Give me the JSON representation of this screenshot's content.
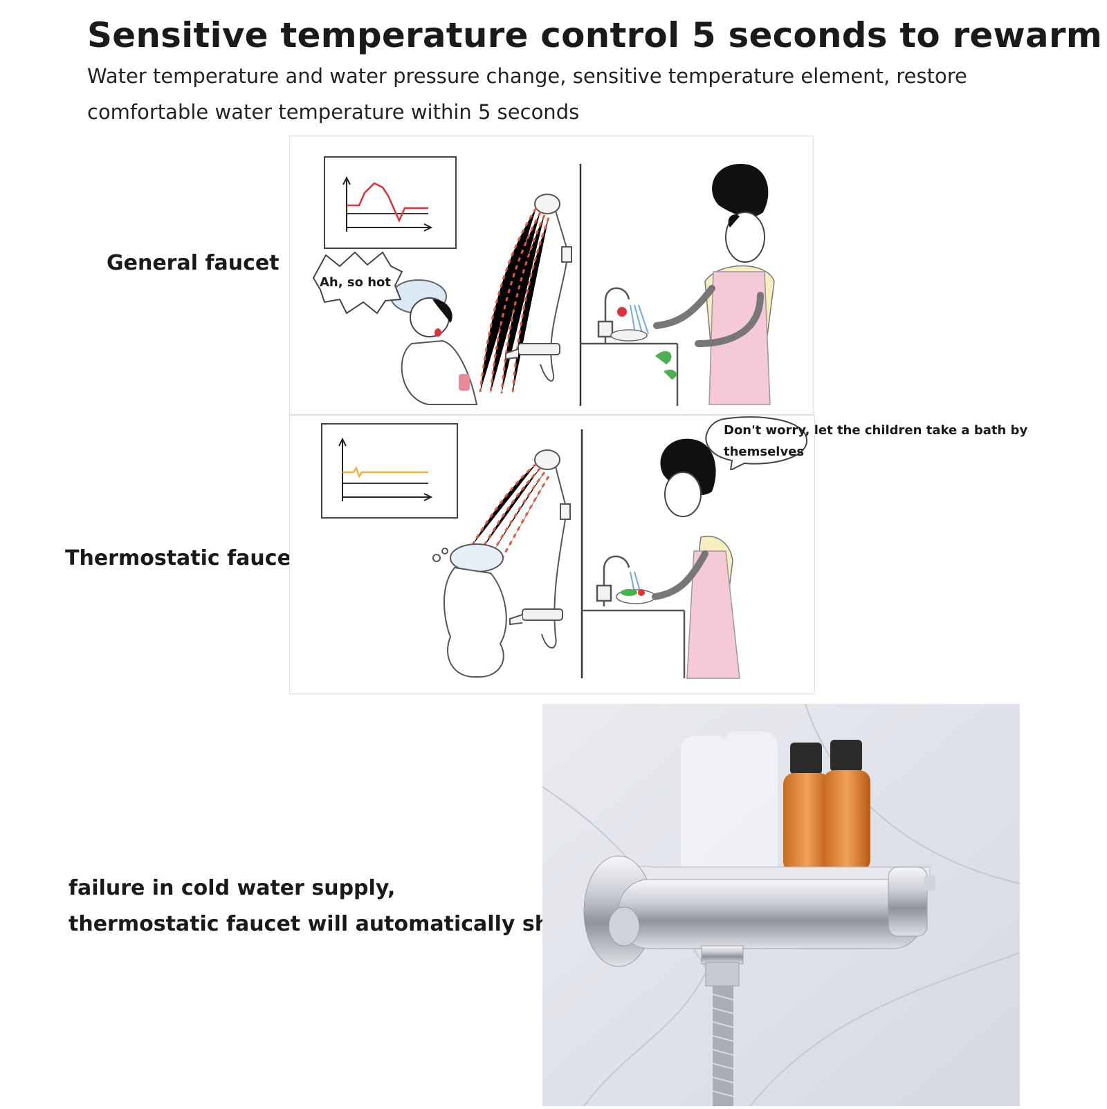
{
  "headline": "Sensitive temperature control 5 seconds to rewarm",
  "subtitle_line1": "Water temperature and water pressure change, sensitive temperature element, restore",
  "subtitle_line2": "comfortable water temperature within 5 seconds",
  "general_faucet": {
    "label": "General faucet",
    "speech_bubble": "Ah, so hot"
  },
  "thermostatic_faucet": {
    "label": "Thermostatic faucet",
    "speech_bubble_line1": "Don't worry, let the children take a bath by",
    "speech_bubble_line2": "themselves"
  },
  "failure_note": {
    "line1": "failure in cold water supply,",
    "line2": "thermostatic faucet will automatically shut"
  },
  "colors": {
    "hot_curve": "#e0303a",
    "stable_curve": "#f2b23a",
    "water_spray": "#e2583a",
    "apron": "#f6c9d7",
    "shirt": "#f7eebf"
  }
}
